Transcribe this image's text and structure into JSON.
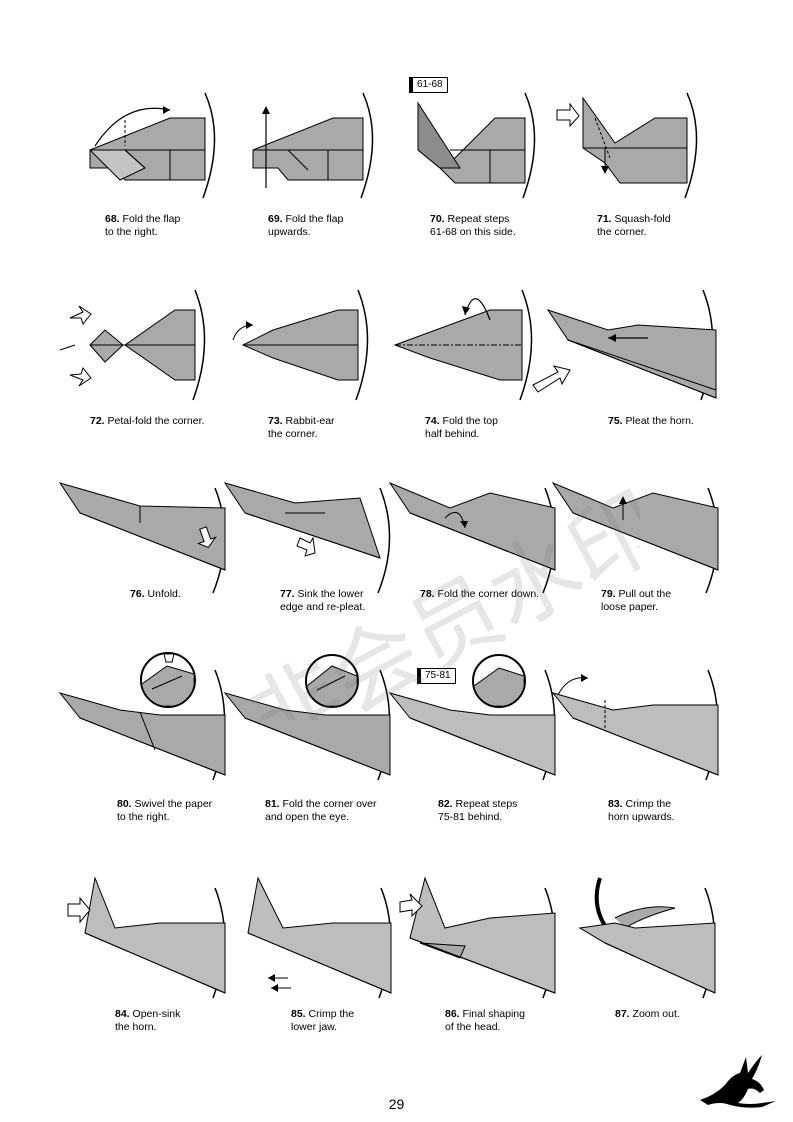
{
  "steps": [
    {
      "num": "68.",
      "text": "Fold the flap\nto the right."
    },
    {
      "num": "69.",
      "text": "Fold the flap\nupwards."
    },
    {
      "num": "70.",
      "text": "Repeat steps\n61-68 on this side.",
      "ref": "61-68"
    },
    {
      "num": "71.",
      "text": "Squash-fold\nthe corner."
    },
    {
      "num": "72.",
      "text": "Petal-fold the corner."
    },
    {
      "num": "73.",
      "text": "Rabbit-ear\nthe corner."
    },
    {
      "num": "74.",
      "text": "Fold the top\nhalf behind."
    },
    {
      "num": "75.",
      "text": "Pleat the horn."
    },
    {
      "num": "76.",
      "text": "Unfold."
    },
    {
      "num": "77.",
      "text": "Sink the lower\nedge and re-pleat."
    },
    {
      "num": "78.",
      "text": "Fold the corner down."
    },
    {
      "num": "79.",
      "text": "Pull out the\nloose paper."
    },
    {
      "num": "80.",
      "text": "Swivel the paper\nto the right."
    },
    {
      "num": "81.",
      "text": "Fold the corner over\nand open the eye."
    },
    {
      "num": "82.",
      "text": "Repeat steps\n75-81 behind.",
      "ref": "75-81"
    },
    {
      "num": "83.",
      "text": "Crimp the\nhorn upwards."
    },
    {
      "num": "84.",
      "text": "Open-sink\nthe horn."
    },
    {
      "num": "85.",
      "text": "Crimp the\nlower jaw."
    },
    {
      "num": "86.",
      "text": "Final shaping\nof the head."
    },
    {
      "num": "87.",
      "text": "Zoom out."
    }
  ],
  "page_number": "29",
  "watermark_text": "非会员水印",
  "colors": {
    "paper": "#a9a9a9",
    "paper_dark": "#8c8c8c",
    "paper_light": "#c4c4c4",
    "line": "#000000"
  },
  "icons": [
    "dragon-silhouette-icon",
    "zoom-circle-icon",
    "step-reference-box"
  ]
}
